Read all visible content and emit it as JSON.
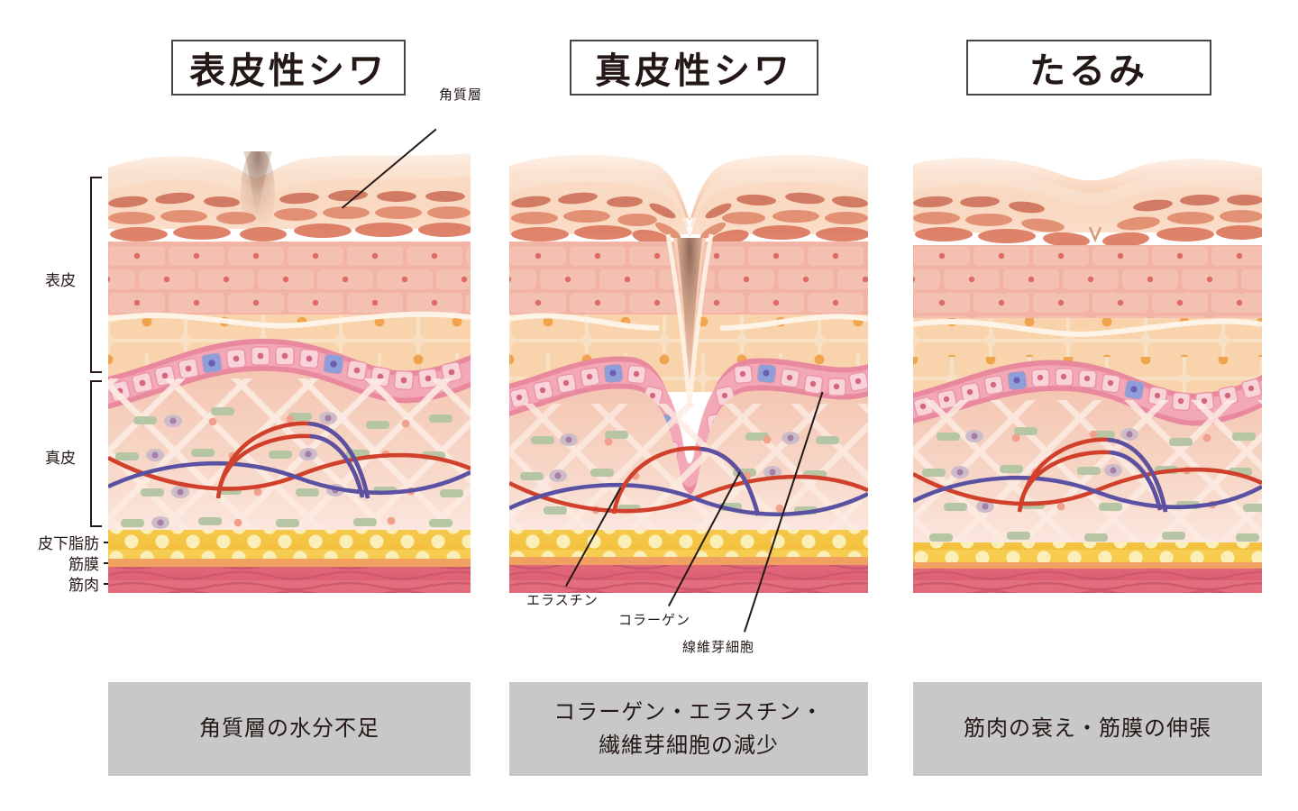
{
  "figure": {
    "kind": "skin-cross-section-comparison",
    "panels": [
      {
        "id": "epidermal-wrinkle",
        "title": "表皮性シワ",
        "caption_lines": [
          "角質層の水分不足"
        ],
        "surface": "shallow-narrow-furrow-in-stratum-corneum"
      },
      {
        "id": "dermal-wrinkle",
        "title": "真皮性シワ",
        "caption_lines": [
          "コラーゲン・エラスチン・",
          "繊維芽細胞の減少"
        ],
        "surface": "deep-v-furrow-reaching-dermis"
      },
      {
        "id": "sagging",
        "title": "たるみ",
        "caption_lines": [
          "筋肉の衰え・筋膜の伸張"
        ],
        "surface": "broad-shallow-wave-no-furrow"
      }
    ]
  },
  "layer_labels": [
    {
      "name": "表皮",
      "en": "epidermis"
    },
    {
      "name": "真皮",
      "en": "dermis"
    },
    {
      "name": "皮下脂肪",
      "en": "subcutaneous-fat"
    },
    {
      "name": "筋膜",
      "en": "fascia"
    },
    {
      "name": "筋肉",
      "en": "muscle"
    }
  ],
  "callouts": {
    "stratum_corneum": "角質層",
    "elastin": "エラスチン",
    "collagen": "コラーゲン",
    "fibroblast": "線維芽細胞"
  },
  "colors": {
    "stratum_corneum": "#f6cdb4",
    "granular": "#e8a18c",
    "spinous": "#f3c0ae",
    "basal_band": "#e9899d",
    "basal_cell": "#f6ccd4",
    "melanocyte": "#8e9ed8",
    "dermis": "#f6d3c2",
    "elastin_fiber": "#b6c5a4",
    "collagen_fiber": "#d0402a",
    "elastin_wave": "#5a51a3",
    "fat": "#f5c842",
    "fat_cell": "#fbeeb6",
    "fascia": "#f0a060",
    "muscle": "#e2697a",
    "caption_bg": "#c8c8c8",
    "title_border": "#4a4340",
    "text": "#231815"
  }
}
